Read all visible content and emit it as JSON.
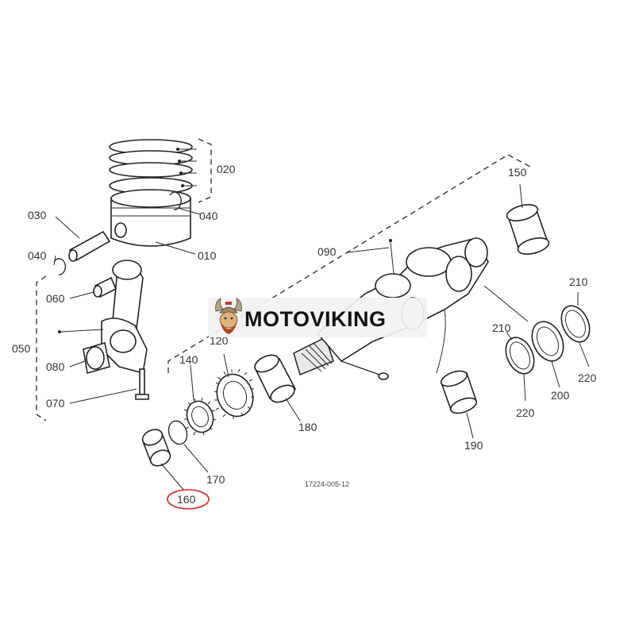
{
  "watermark": {
    "brand": "MOTOVIKING",
    "logo_icon": "viking-helmet-icon"
  },
  "drawing_number": "17224-005-12",
  "highlight_color": "#d62020",
  "labels": {
    "p010": "010",
    "p020": "020",
    "p030": "030",
    "p040a": "040",
    "p040b": "040",
    "p050": "050",
    "p060": "060",
    "p070": "070",
    "p080": "080",
    "p090": "090",
    "p120": "120",
    "p140": "140",
    "p150": "150",
    "p160": "160",
    "p170": "170",
    "p180": "180",
    "p190": "190",
    "p200": "200",
    "p210a": "210",
    "p210b": "210",
    "p220a": "220",
    "p220b": "220"
  }
}
